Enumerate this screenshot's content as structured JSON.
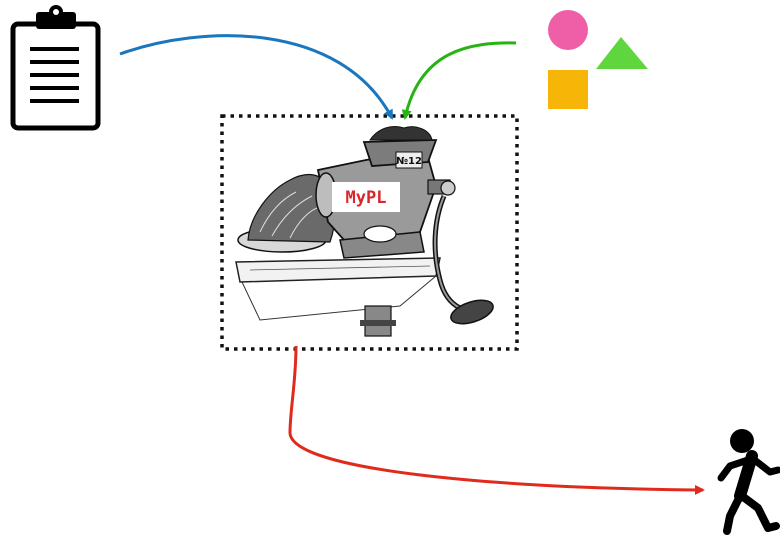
{
  "diagram": {
    "processor": {
      "label": "MyPL",
      "plate_text": "№12",
      "label_color": "#d8262a",
      "border_color": "#111111"
    },
    "inputs": [
      {
        "name": "clipboard-document",
        "icon": "clipboard-icon",
        "arrow_color": "#1a76bd"
      },
      {
        "name": "shapes",
        "icon": "shapes-icon",
        "arrow_color": "#27b313",
        "shapes": [
          {
            "kind": "circle",
            "color": "#ee5fa7"
          },
          {
            "kind": "triangle",
            "color": "#5fd63d"
          },
          {
            "kind": "square",
            "color": "#f6b507"
          }
        ]
      }
    ],
    "output": {
      "name": "running-person",
      "icon": "running-person-icon",
      "arrow_color": "#e02b1c"
    }
  }
}
